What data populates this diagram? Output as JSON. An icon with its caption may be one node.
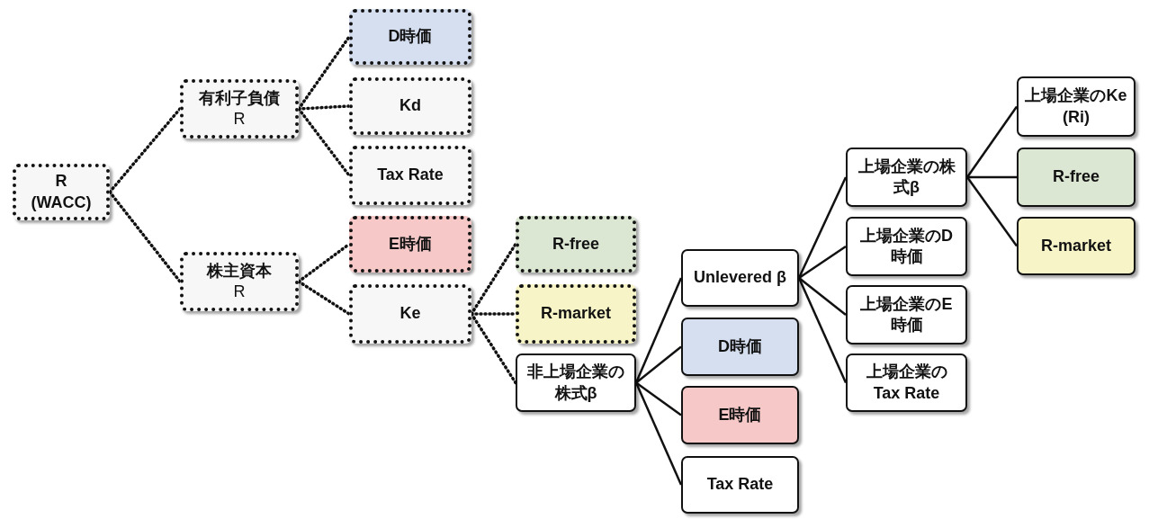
{
  "diagram": {
    "nodes": [
      {
        "text": [
          "R",
          "(WACC)"
        ]
      },
      {
        "text": [
          "有利子負債",
          "R"
        ]
      },
      {
        "text": [
          "株主資本",
          "R"
        ]
      },
      {
        "text": [
          "D時価"
        ]
      },
      {
        "text": [
          "Kd"
        ]
      },
      {
        "text": [
          "Tax Rate"
        ]
      },
      {
        "text": [
          "E時価"
        ]
      },
      {
        "text": [
          "Ke"
        ]
      },
      {
        "text": [
          "R-free"
        ]
      },
      {
        "text": [
          "R-market"
        ]
      },
      {
        "text": [
          "非上場企業の株式β"
        ]
      },
      {
        "text": [
          "Unlevered β"
        ]
      },
      {
        "text": [
          "D時価"
        ]
      },
      {
        "text": [
          "E時価"
        ]
      },
      {
        "text": [
          "Tax Rate"
        ]
      },
      {
        "text": [
          "上場企業の株式β"
        ]
      },
      {
        "text": [
          "上場企業のD時価"
        ]
      },
      {
        "text": [
          "上場企業のE時価"
        ]
      },
      {
        "text": [
          "上場企業のTax Rate"
        ]
      },
      {
        "text": [
          "上場企業のKe (Ri)"
        ]
      },
      {
        "text": [
          "R-free"
        ]
      },
      {
        "text": [
          "R-market"
        ]
      }
    ],
    "edges": [
      {
        "from": 0,
        "to": 1,
        "arrow": "none",
        "style": "dashed"
      },
      {
        "from": 0,
        "to": 2,
        "arrow": "none",
        "style": "dashed"
      },
      {
        "from": 1,
        "to": 3,
        "arrow": "none",
        "style": "dashed"
      },
      {
        "from": 1,
        "to": 4,
        "arrow": "none",
        "style": "dashed"
      },
      {
        "from": 1,
        "to": 5,
        "arrow": "none",
        "style": "dashed"
      },
      {
        "from": 2,
        "to": 6,
        "arrow": "none",
        "style": "dashed"
      },
      {
        "from": 2,
        "to": 7,
        "arrow": "none",
        "style": "dashed"
      },
      {
        "from": 7,
        "to": 8,
        "arrow": "none",
        "style": "dashed"
      },
      {
        "from": 7,
        "to": 9,
        "arrow": "none",
        "style": "dashed"
      },
      {
        "from": 7,
        "to": 10,
        "arrow": "none",
        "style": "dashed"
      },
      {
        "from": 10,
        "to": 11,
        "arrow": "none"
      },
      {
        "from": 10,
        "to": 12,
        "arrow": "none"
      },
      {
        "from": 10,
        "to": 13,
        "arrow": "none"
      },
      {
        "from": 10,
        "to": 14,
        "arrow": "none"
      },
      {
        "from": 11,
        "to": 15,
        "arrow": "none"
      },
      {
        "from": 11,
        "to": 16,
        "arrow": "none"
      },
      {
        "from": 11,
        "to": 17,
        "arrow": "none"
      },
      {
        "from": 11,
        "to": 18,
        "arrow": "none"
      },
      {
        "from": 15,
        "to": 19,
        "arrow": "none"
      },
      {
        "from": 15,
        "to": 20,
        "arrow": "none"
      },
      {
        "from": 15,
        "to": 21,
        "arrow": "none"
      }
    ]
  }
}
